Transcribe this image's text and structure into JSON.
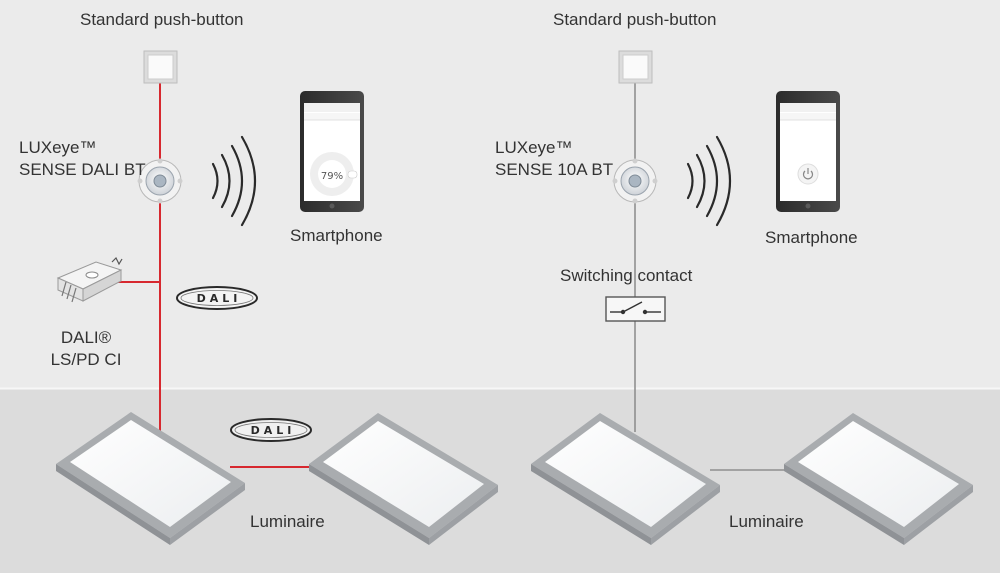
{
  "left": {
    "pushbutton_label": "Standard push-button",
    "sensor_label_1": "LUXeye™",
    "sensor_label_2": "SENSE DALI BT",
    "smartphone_label": "Smartphone",
    "phone_percent": "79%",
    "dali_device_label_1": "DALI®",
    "dali_device_label_2": "LS/PD CI",
    "dali_logo_1": "DALI",
    "dali_logo_2": "DALI",
    "luminaire_label": "Luminaire"
  },
  "right": {
    "pushbutton_label": "Standard push-button",
    "sensor_label_1": "LUXeye™",
    "sensor_label_2": "SENSE 10A BT",
    "smartphone_label": "Smartphone",
    "switching_label": "Switching contact",
    "luminaire_label": "Luminaire"
  },
  "colors": {
    "background_top": "#ebebeb",
    "background_bottom": "#dcdcdc",
    "dali_wire": "#d7282f",
    "switch_wire": "#8f8f8f",
    "text": "#333333"
  }
}
